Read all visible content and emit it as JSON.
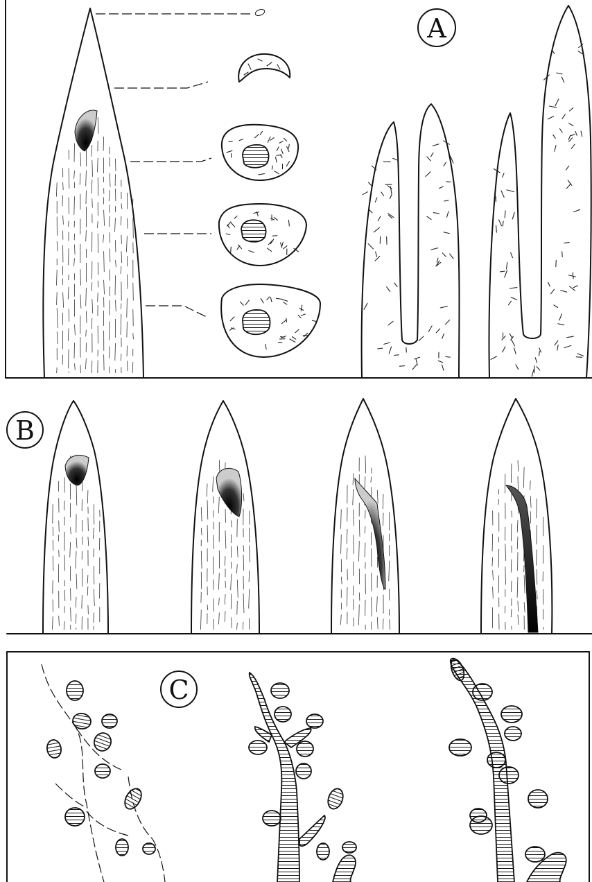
{
  "figure": {
    "panels": [
      {
        "id": "A",
        "label": "A"
      },
      {
        "id": "B",
        "label": "B"
      },
      {
        "id": "C",
        "label": "C"
      }
    ]
  },
  "colors": {
    "ink": "#111111",
    "paper": "#ffffff"
  }
}
